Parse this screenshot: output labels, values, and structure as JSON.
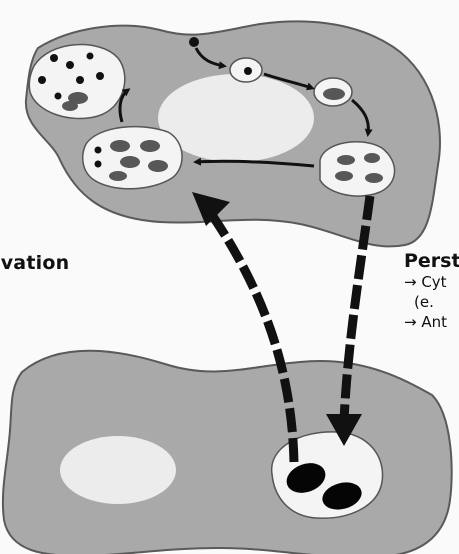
{
  "left_label": "ivation",
  "right_label": {
    "title": "Perst",
    "lines": [
      "→ Cyt",
      "(e.",
      "→ Ant"
    ]
  },
  "colors": {
    "cell_fill": "#a9a9a9",
    "cell_stroke": "#5a5a5a",
    "nucleus_fill": "#ececec",
    "vesicle_fill": "#f4f4f4",
    "dark_oval": "#575757",
    "dot": "#111111",
    "arrow": "#111111",
    "black_oval": "#050505"
  }
}
